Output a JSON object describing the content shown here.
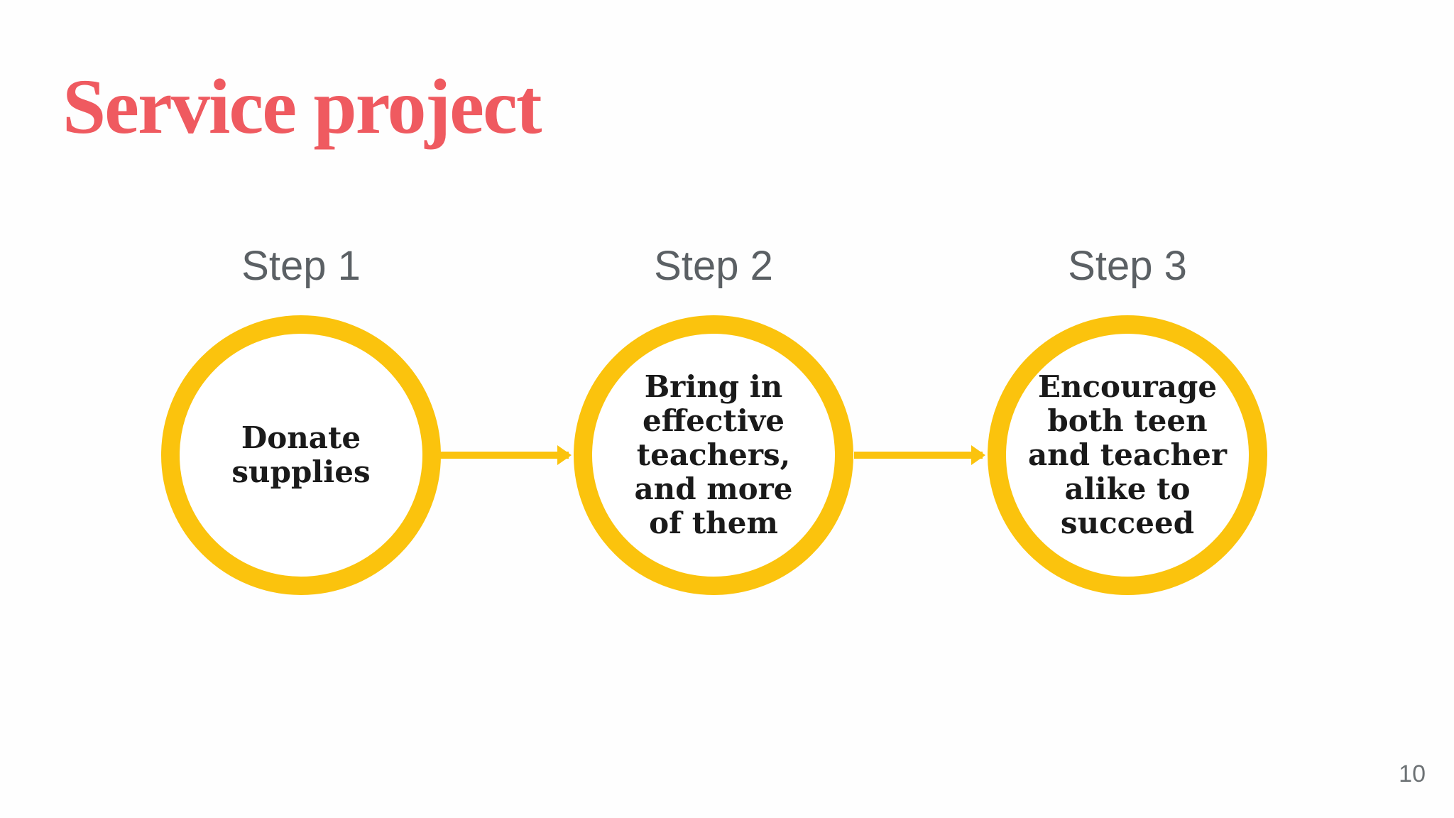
{
  "slide": {
    "title": "Service project",
    "page_number": "10",
    "colors": {
      "background": "#fefefe",
      "accent_red": "#ef5a60",
      "accent_yellow": "#fbc30d",
      "label_gray": "#5b6064",
      "text_black": "#1a1a1a",
      "page_gray": "#6d7275"
    },
    "steps": [
      {
        "label": "Step 1",
        "text": "Donate supplies",
        "lines": [
          "Donate",
          "supplies"
        ]
      },
      {
        "label": "Step 2",
        "text": "Bring in effective teachers, and more of them",
        "lines": [
          "Bring in",
          "effective",
          "teachers,",
          "and more",
          "of them"
        ]
      },
      {
        "label": "Step 3",
        "text": "Encourage both teen and teacher alike to succeed",
        "lines": [
          "Encourage",
          "both teen",
          "and teacher",
          "alike to",
          "succeed"
        ]
      }
    ]
  }
}
